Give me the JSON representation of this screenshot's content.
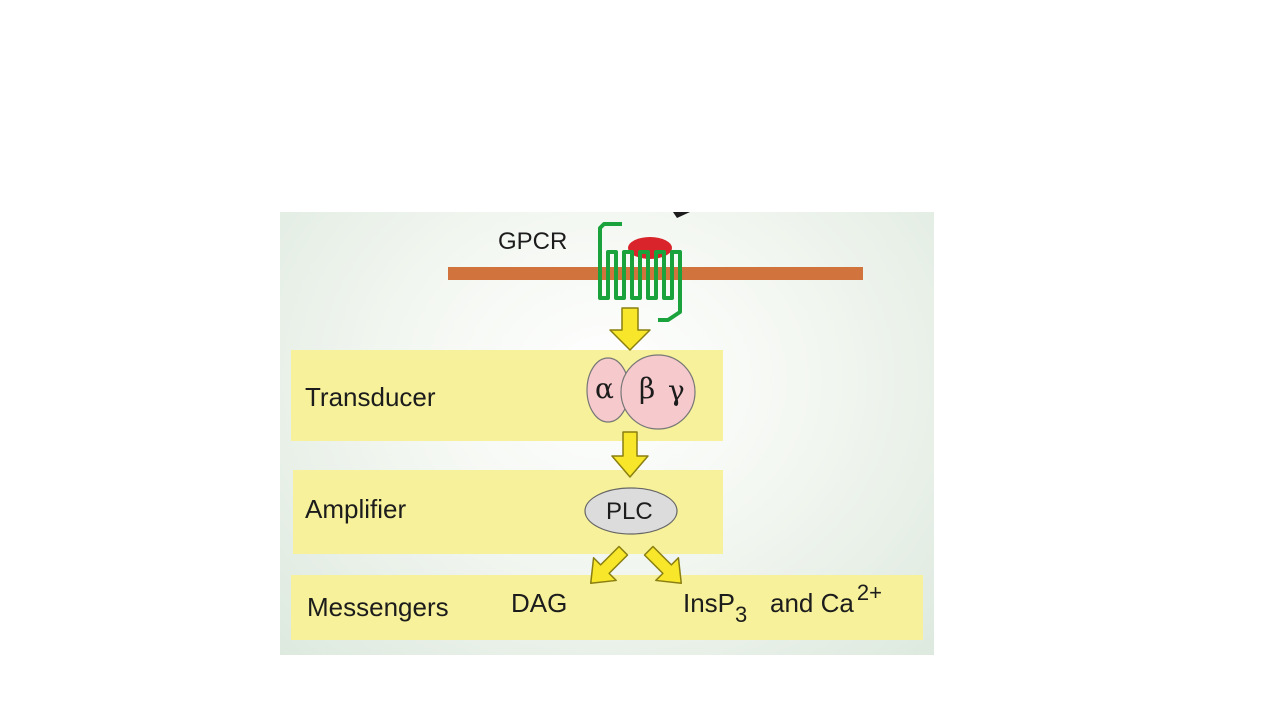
{
  "diagram": {
    "receptor_label": "GPCR",
    "g_protein": {
      "alpha": "α",
      "beta": "β",
      "gamma": "γ"
    },
    "enzyme_label": "PLC",
    "rows": [
      {
        "label": "Transducer"
      },
      {
        "label": "Amplifier"
      },
      {
        "label": "Messengers"
      }
    ],
    "messengers": {
      "dag": "DAG",
      "insp_base": "InsP",
      "insp_sub": "3",
      "and_ca": "and Ca",
      "ca_sup": "2+"
    }
  },
  "colors": {
    "band": "#f6f19a",
    "membrane": "#d0733c",
    "receptor": "#1aa33d",
    "ligand": "#d8242a",
    "arrow_fill": "#f7e62a",
    "arrow_stroke": "#8a7f10",
    "g_protein_fill": "#f6c9cc",
    "plc_fill": "#dcdcdc"
  }
}
